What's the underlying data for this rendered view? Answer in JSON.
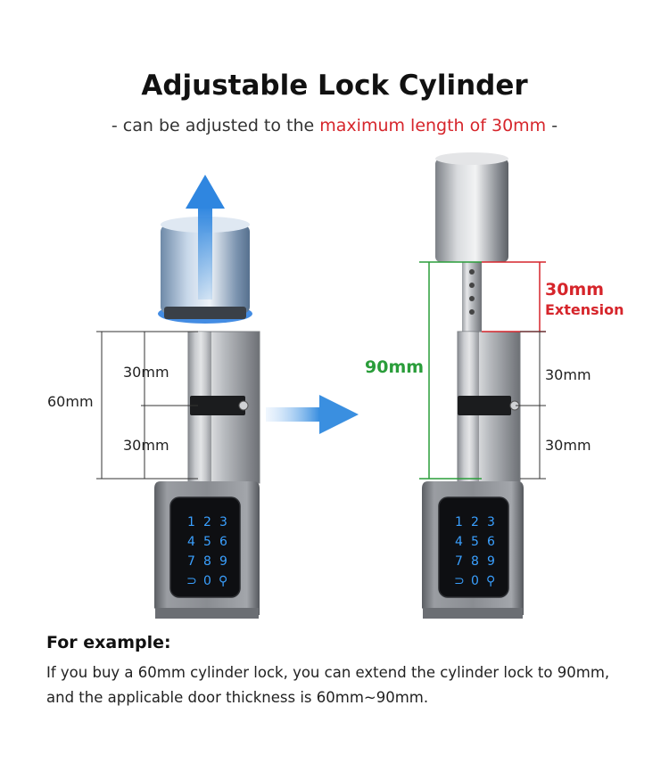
{
  "header": {
    "title": "Adjustable Lock Cylinder",
    "subtitle_prefix": "- can be adjusted to the ",
    "subtitle_highlight": "maximum length of 30mm",
    "subtitle_suffix": " -"
  },
  "left_diagram": {
    "total_label": "60mm",
    "upper_label": "30mm",
    "lower_label": "30mm"
  },
  "right_diagram": {
    "total_label": "90mm",
    "extension_value": "30mm",
    "extension_word": "Extension",
    "upper_label": "30mm",
    "lower_label": "30mm"
  },
  "keypad": {
    "keys": [
      "1",
      "2",
      "3",
      "4",
      "5",
      "6",
      "7",
      "8",
      "9",
      "⊃",
      "0",
      "⚲"
    ]
  },
  "example": {
    "heading": "For example:",
    "line1": "If you buy a 60mm cylinder lock, you can extend the cylinder lock to 90mm,",
    "line2": "and the applicable door thickness is 60mm~90mm."
  },
  "colors": {
    "accent_red": "#d6252b",
    "accent_green": "#2a9d3a",
    "arrow_blue": "#3a8fe0",
    "keypad_blue": "#3aa0ff"
  }
}
